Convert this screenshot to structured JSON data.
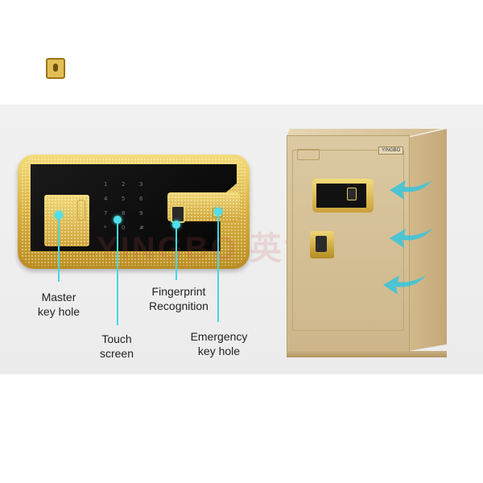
{
  "labels": {
    "master": "Master\nkey hole",
    "touch": "Touch\nscreen",
    "fingerprint": "Fingerprint\nRecognition",
    "emergency": "Emergency\nkey hole"
  },
  "watermark": {
    "brand": "YINGBO 英博",
    "registered": "®"
  },
  "safe_badge": "YINGBO",
  "keypad": [
    "1",
    "2",
    "3",
    "4",
    "5",
    "6",
    "7",
    "8",
    "9",
    "*",
    "0",
    "#"
  ],
  "colors": {
    "callout": "#46d6e6",
    "gold": "#d5ac3d",
    "safe_body": "#dcc9a2"
  },
  "icons": [
    "key-hole-icon",
    "fingerprint-sensor-icon",
    "airflow-arrow-icon"
  ]
}
